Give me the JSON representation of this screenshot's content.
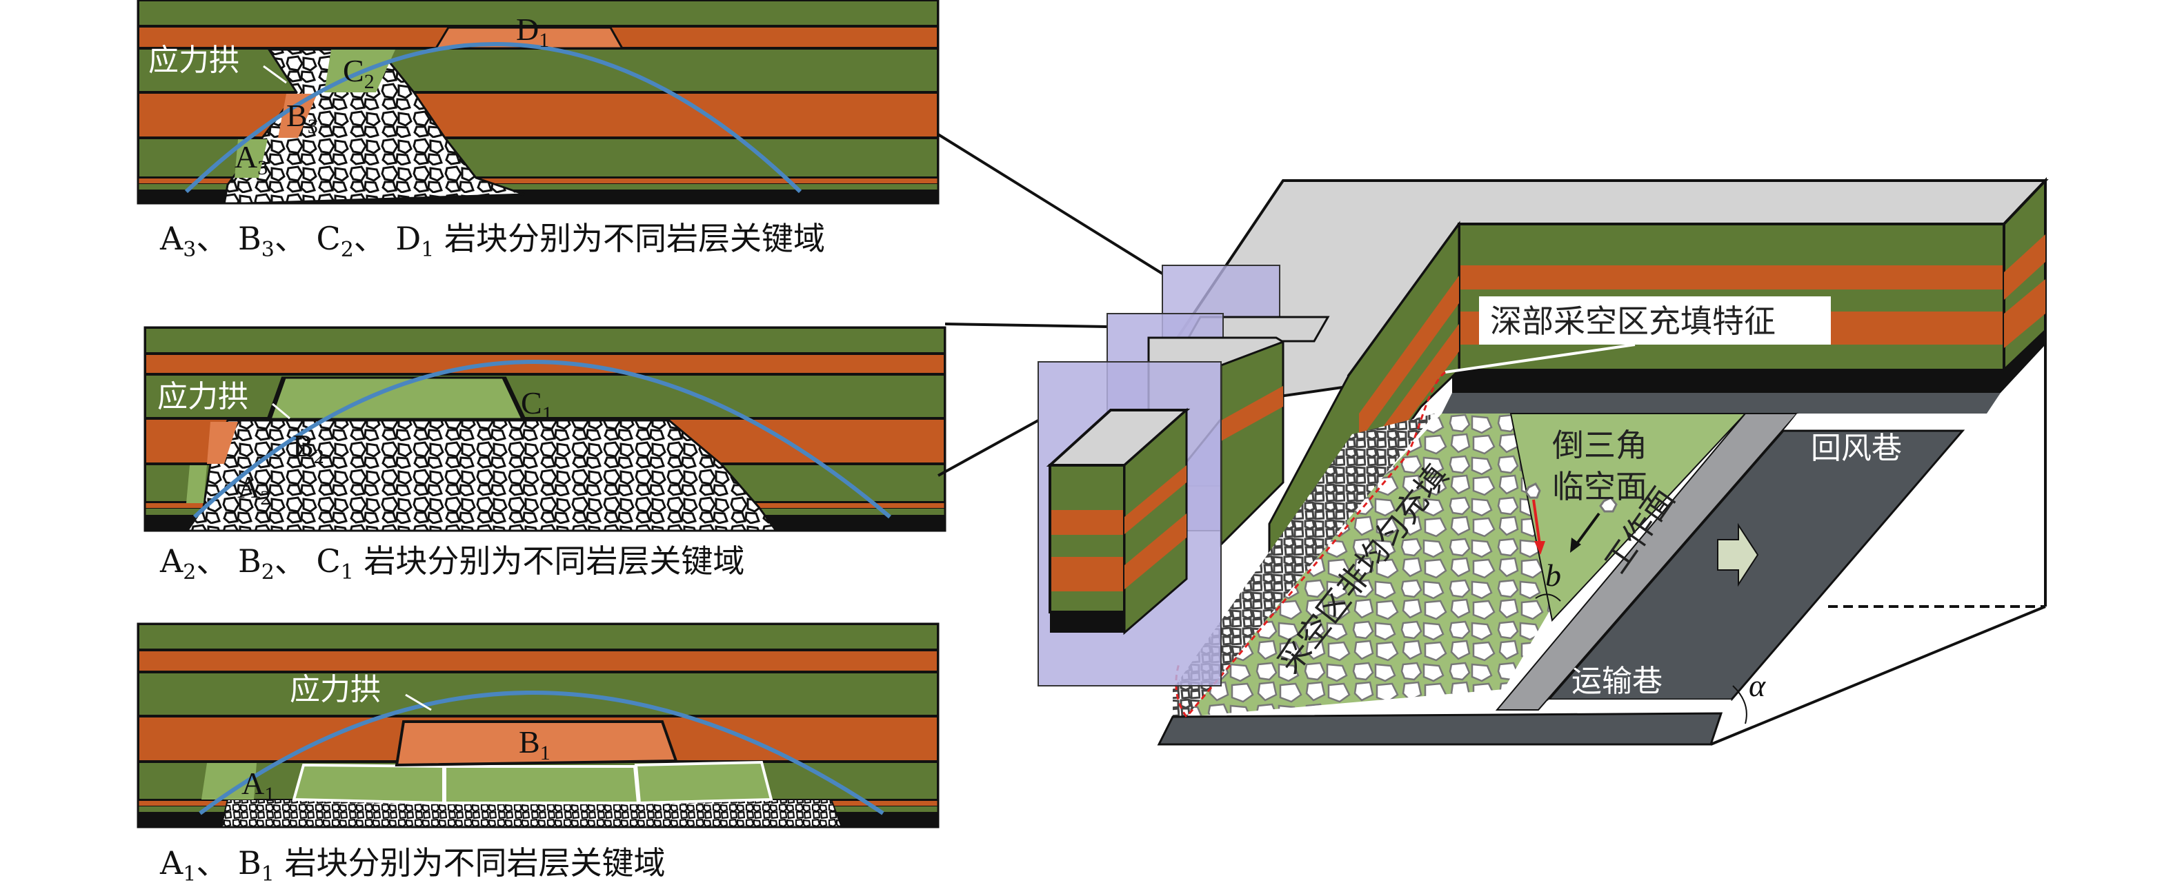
{
  "colors": {
    "green_dark": "#5e7a35",
    "green_light": "#8caf5e",
    "orange_dark": "#c45a22",
    "orange_light": "#e07e4c",
    "coal": "#111111",
    "arch_blue": "#4a86c0",
    "roadway": "#50555a",
    "face": "#9d9ea1",
    "top_gray": "#d3d3d3",
    "overlay": "#b4b0e0",
    "goaf_green": "#9fbf78",
    "arrow_red": "#e02020"
  },
  "panels": [
    {
      "id": "panel-1",
      "arch_label": "应力拱",
      "blocks": [
        {
          "letter": "A",
          "sub": "3"
        },
        {
          "letter": "B",
          "sub": "3"
        },
        {
          "letter": "C",
          "sub": "2"
        },
        {
          "letter": "D",
          "sub": "1"
        }
      ],
      "caption": {
        "parts": [
          {
            "letter": "A",
            "sub": "3",
            "sep": "、"
          },
          {
            "letter": "B",
            "sub": "3",
            "sep": "、"
          },
          {
            "letter": "C",
            "sub": "2",
            "sep": "、"
          },
          {
            "letter": "D",
            "sub": "1",
            "sep": ""
          }
        ],
        "text": "岩块分别为不同岩层关键域"
      }
    },
    {
      "id": "panel-2",
      "arch_label": "应力拱",
      "blocks": [
        {
          "letter": "A",
          "sub": "2"
        },
        {
          "letter": "B",
          "sub": "2"
        },
        {
          "letter": "C",
          "sub": "1"
        }
      ],
      "caption": {
        "parts": [
          {
            "letter": "A",
            "sub": "2",
            "sep": "、"
          },
          {
            "letter": "B",
            "sub": "2",
            "sep": "、"
          },
          {
            "letter": "C",
            "sub": "1",
            "sep": ""
          }
        ],
        "text": "岩块分别为不同岩层关键域"
      }
    },
    {
      "id": "panel-3",
      "arch_label": "应力拱",
      "blocks": [
        {
          "letter": "A",
          "sub": "1"
        },
        {
          "letter": "B",
          "sub": "1"
        }
      ],
      "caption": {
        "parts": [
          {
            "letter": "A",
            "sub": "1",
            "sep": "、"
          },
          {
            "letter": "B",
            "sub": "1",
            "sep": ""
          }
        ],
        "text": "岩块分别为不同岩层关键域"
      }
    }
  ],
  "model3d": {
    "deep_goaf_label": "深部采空区充填特征",
    "nonuniform_label": "采空区非均匀充填",
    "triangle_label_line1": "倒三角",
    "triangle_label_line2": "临空面",
    "face_label": "工作面",
    "return_airway_label": "回风巷",
    "haulage_label": "运输巷",
    "angle_b_label": "b",
    "angle_alpha_label": "α"
  }
}
